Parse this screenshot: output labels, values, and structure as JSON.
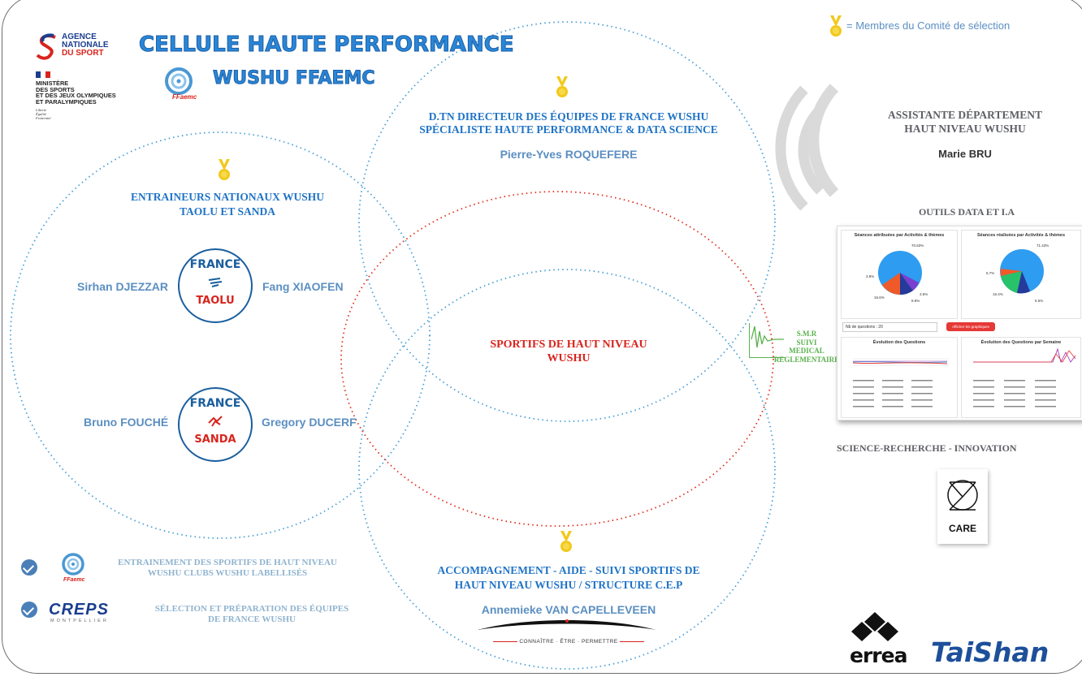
{
  "header": {
    "agency_line1": "AGENCE",
    "agency_line2": "NATIONALE",
    "agency_line3": "DU SPORT",
    "ministry_lines": [
      "MINISTÈRE",
      "DES SPORTS",
      "ET DES JEUX OLYMPIQUES",
      "ET PARALYMPIQUES"
    ],
    "motto": [
      "Liberté",
      "Égalité",
      "Fraternité"
    ],
    "title_line1": "CELLULE HAUTE PERFORMANCE",
    "title_line2": "WUSHU FFAEMC",
    "ffaemc_logo_text": "FFaemc"
  },
  "legend": {
    "text": "= Membres du Comité de sélection",
    "icon": "medal-icon"
  },
  "dtn": {
    "line1": "D.TN DIRECTEUR DES ÉQUIPES DE FRANCE WUSHU",
    "line2": "SPÉCIALISTE HAUTE PERFORMANCE & DATA SCIENCE",
    "name": "Pierre-Yves ROQUEFERE"
  },
  "coaches": {
    "line1": "ENTRAINEURS NATIONAUX WUSHU",
    "line2": "TAOLU  ET  SANDA",
    "taolu_left": "Sirhan DJEZZAR",
    "taolu_right": "Fang XIAOFEN",
    "sanda_left": "Bruno FOUCHÉ",
    "sanda_right": "Gregory DUCERF",
    "taolu_badge_top": "FRANCE",
    "taolu_badge_bottom": "TAOLU",
    "sanda_badge_top": "FRANCE",
    "sanda_badge_bottom": "SANDA"
  },
  "center": {
    "line1": "SPORTIFS DE HAUT NIVEAU",
    "line2": "WUSHU"
  },
  "smr": {
    "line1": "S.M.R",
    "line2": "SUIVI",
    "line3": "MEDICAL",
    "line4": "REGLEMENTAIRE"
  },
  "support": {
    "line1": "ACCOMPAGNEMENT - AIDE - SUIVI SPORTIFS DE",
    "line2": "HAUT NIVEAU WUSHU  / STRUCTURE C.E.P",
    "name": "Annemieke VAN CAPELLEVEEN",
    "tagline": "CONNAÎTRE · ÊTRE · PERMETTRE"
  },
  "assistant": {
    "line1": "ASSISTANTE DÉPARTEMENT",
    "line2": "HAUT NIVEAU WUSHU",
    "name": "Marie  BRU"
  },
  "tools": {
    "title": "OUTILS DATA ET I.A",
    "panel1_title": "Séances attribuées par Activités & thèmes",
    "panel2_title": "Séances réalisées par Activités & thèmes",
    "panel3_title": "Évolution des Questions",
    "panel4_title": "Évolution des Questions par Semaine",
    "filter_label": "Nb de questions : 20",
    "button_label": "Afficher les graphiques",
    "pie1_labels": [
      "70.83%",
      "3.8%",
      "16.6%",
      "8.8%",
      "3.6%"
    ],
    "pie2_labels": [
      "71.43%",
      "5.7%",
      "15.4%",
      "6.5%"
    ]
  },
  "research": {
    "title": "SCIENCE-RECHERCHE - INNOVATION",
    "care_label": "CARE"
  },
  "bottom_left": {
    "item1_line1": "ENTRAINEMENT DES SPORTIFS DE HAUT NIVEAU",
    "item1_line2": "WUSHU CLUBS WUSHU LABELLISÉS",
    "item2_line1": "SÉLECTION  ET PRÉPARATION DES ÉQUIPES",
    "item2_line2": "DE FRANCE WUSHU",
    "creps_logo": "CREPS",
    "creps_sub": "MONTPELLIER"
  },
  "sponsors": {
    "errea": "errea",
    "taishan": "TaiShan"
  },
  "colors": {
    "blue_title": "#1f73c6",
    "name_blue": "#5b8fc2",
    "red_center": "#d8241d",
    "medal_yellow": "#f2c91c",
    "smr_green": "#5ab14e",
    "circle_blue": "#4aa0d8",
    "circle_red": "#e0301e"
  }
}
